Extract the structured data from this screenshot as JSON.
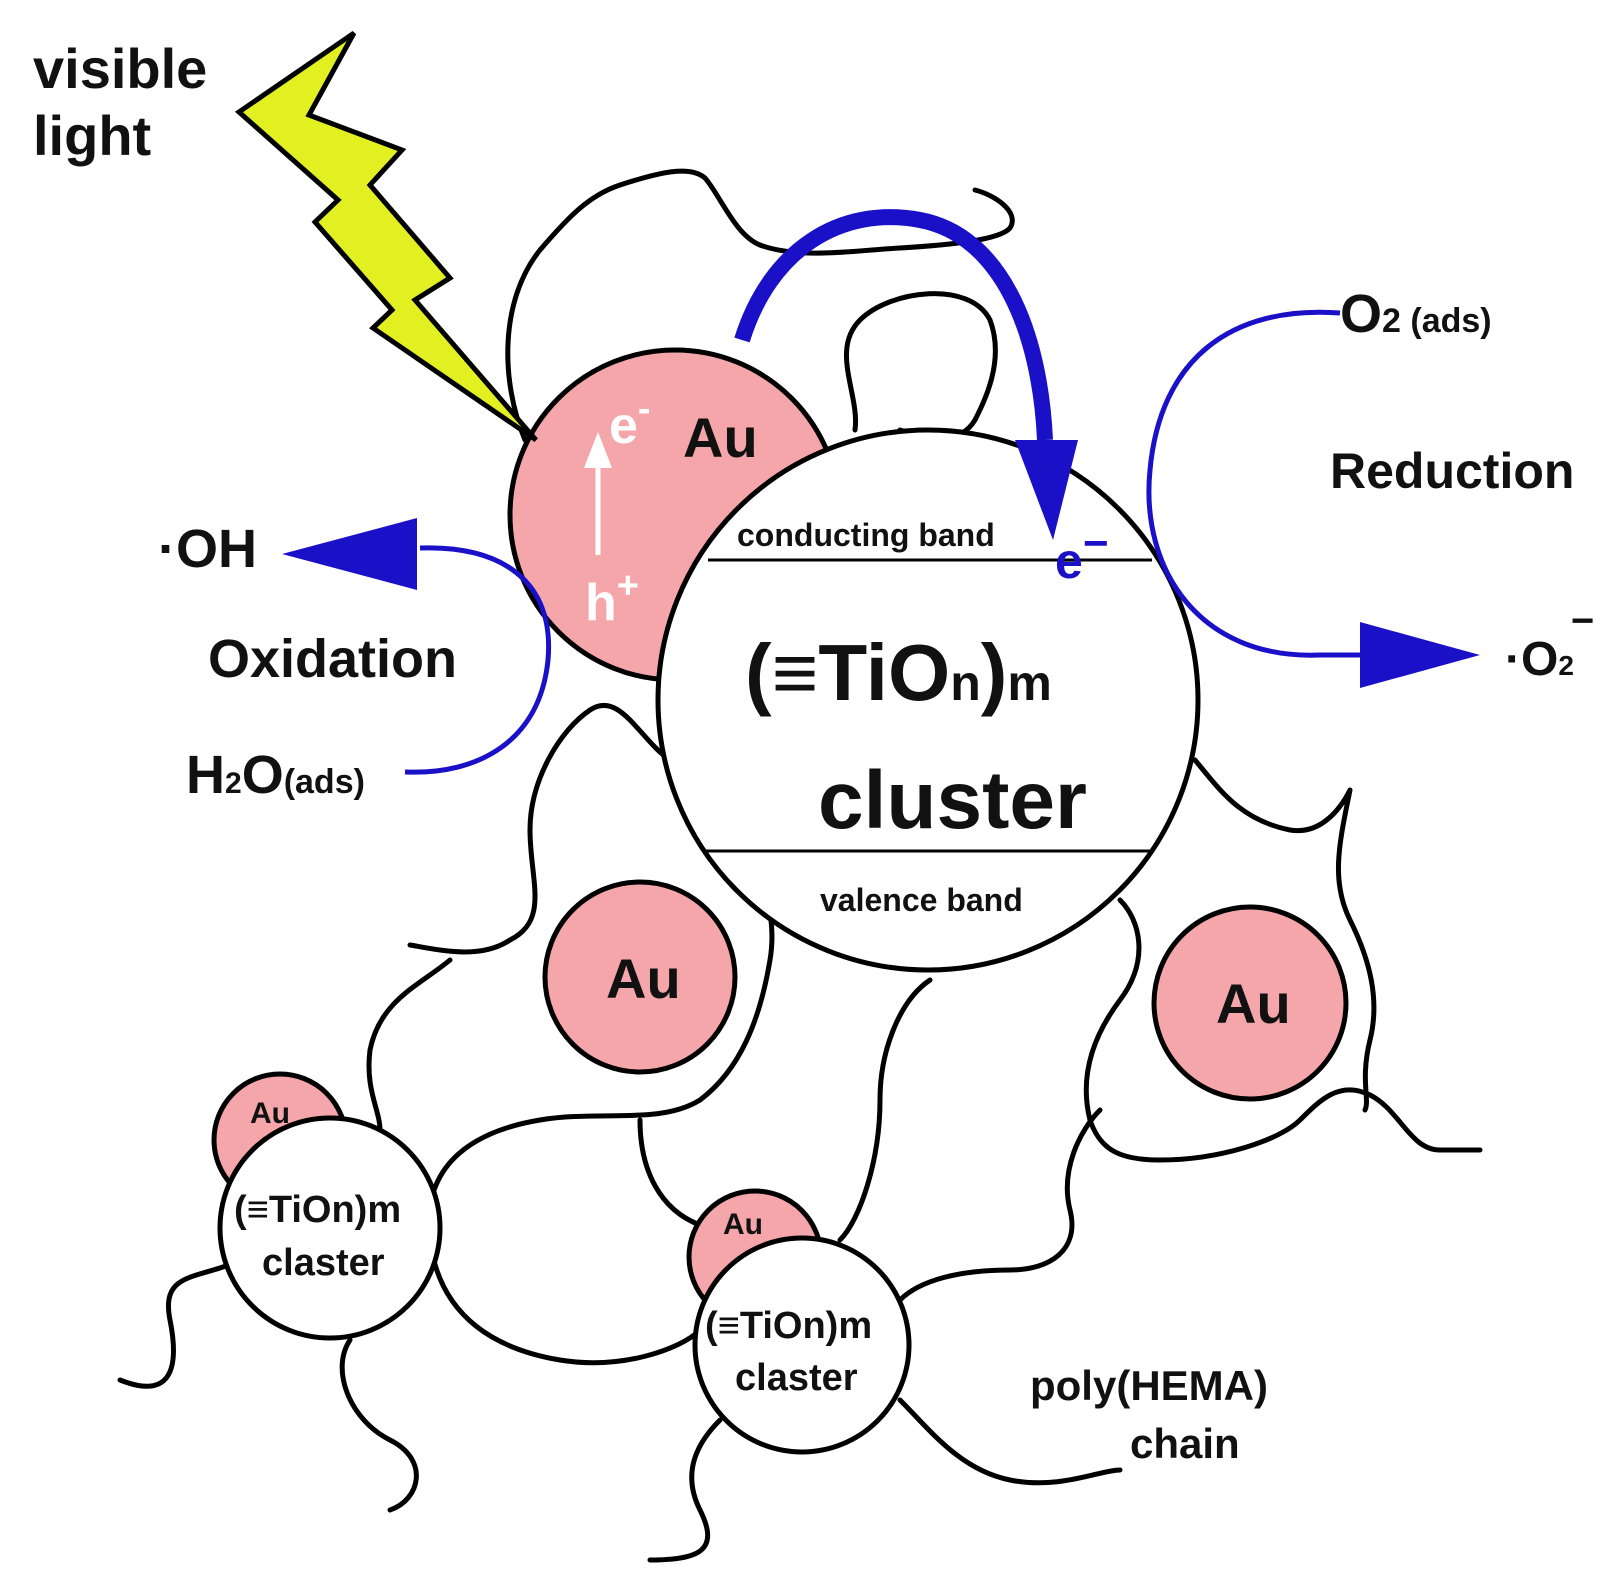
{
  "labels": {
    "visible_light_1": "visible",
    "visible_light_2": "light",
    "oh": "·OH",
    "oxidation": "Oxidation",
    "h2o_h": "H",
    "h2o_2": "2",
    "h2o_o": "O",
    "h2o_ads": "(ads)",
    "o2_o": "O",
    "o2_2": "2 (ads)",
    "reduction": "Reduction",
    "o2_radical": "·O",
    "o2_radical_sub": "2",
    "o2_radical_sup": "−",
    "au_main": "Au",
    "e_minus": "e",
    "e_sup": "-",
    "h_plus": "h",
    "h_sup": "+",
    "conducting_band": "conducting band",
    "e_cb": "e",
    "e_cb_sup": "−",
    "cluster_formula_open": "(≡TiO",
    "cluster_formula_n": "n",
    "cluster_formula_close": ")",
    "cluster_formula_m": "m",
    "cluster_word": "cluster",
    "valence_band": "valence band",
    "au_left": "Au",
    "au_right": "Au",
    "small_au_1": "Au",
    "small_cluster_1_formula": "(≡TiOn)m",
    "small_cluster_1_word": "claster",
    "small_au_2": "Au",
    "small_cluster_2_formula": "(≡TiOn)m",
    "small_cluster_2_word": "claster",
    "polymer_1": "poly(HEMA)",
    "polymer_2": "chain"
  },
  "colors": {
    "gold_particle": "#f5a6aa",
    "lightning": "#e2f021",
    "arrow_blue": "#1a10c8",
    "outline": "#000000"
  }
}
